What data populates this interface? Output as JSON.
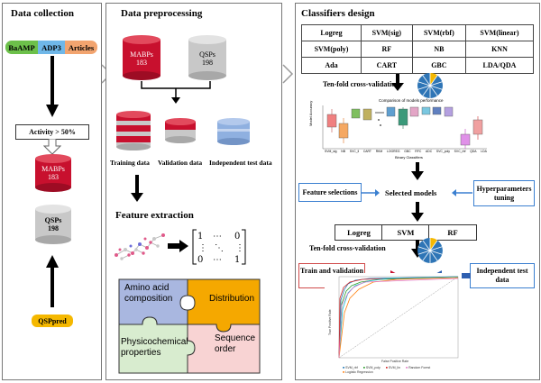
{
  "panels": {
    "collection_title": "Data collection",
    "preprocessing_title": "Data preprocessing",
    "design_title": "Classifiers design"
  },
  "collection": {
    "sources": [
      "BaAMP",
      "ADP3",
      "Articles"
    ],
    "filter": "Activity > 50%",
    "mabps": "MABPs",
    "mabps_count": "183",
    "qsps": "QSPs",
    "qsps_count": "198",
    "qsppred": "QSPpred"
  },
  "preprocessing": {
    "mabps": "MABPs",
    "mabps_count": "183",
    "qsps": "QSPs",
    "qsps_count": "198",
    "split_labels": [
      "Training data",
      "Validation data",
      "Independent test data"
    ],
    "feature_title": "Feature extraction",
    "puzzle": [
      "Amino acid composition",
      "Distribution",
      "Physicochemical properties",
      "Sequence order"
    ]
  },
  "design": {
    "classifiers": [
      [
        "Logreg",
        "SVM(sig)",
        "SVM(rbf)",
        "SVM(linear)"
      ],
      [
        "SVM(poly)",
        "RF",
        "NB",
        "KNN"
      ],
      [
        "Ada",
        "CART",
        "GBC",
        "LDA/QDA"
      ]
    ],
    "cv_label_1": "Ten-fold cross-validation",
    "boxplot_title": "Comparison of models performance",
    "boxplot_ylabel": "Model Accuracy",
    "boxplot_xlabel": "Binary Classifiers",
    "boxplot_ticks": [
      "SVM_sig",
      "NB",
      "SVC_ll",
      "CART",
      "RKM",
      "LOGREG",
      "GBC",
      "RFC",
      "ADC",
      "SVC_poly",
      "SVC_rbf",
      "QDA",
      "LDA"
    ],
    "feature_selections": "Feature selections",
    "hyperparameters": "Hyperparameters tuning",
    "selected_models": "Selected models",
    "final_models": [
      "Logreg",
      "SVM",
      "RF"
    ],
    "cv_label_2": "Ten-fold cross-validation",
    "train_validation": "Train and validation data",
    "independent_test": "Independent test data",
    "roc_xlabel": "False Positive Rate",
    "roc_ylabel": "True Positive Rate",
    "roc_legend": [
      "SVM_rbf",
      "SVM_poly",
      "SVM_lin",
      "Random Forest",
      "Logistic Regression"
    ]
  },
  "colors": {
    "baamp": "#6cc04a",
    "adp3": "#6fb7e8",
    "articles": "#f2a46f",
    "red_cyl": "#c8102e",
    "gray_cyl": "#c8c8c8",
    "blue_cyl": "#8fb0e0",
    "puzzle_blue": "#a9b7e0",
    "puzzle_orange": "#f5a800",
    "puzzle_green": "#d8eccf",
    "puzzle_pink": "#f8d3d3",
    "qsppred": "#f5b800"
  }
}
